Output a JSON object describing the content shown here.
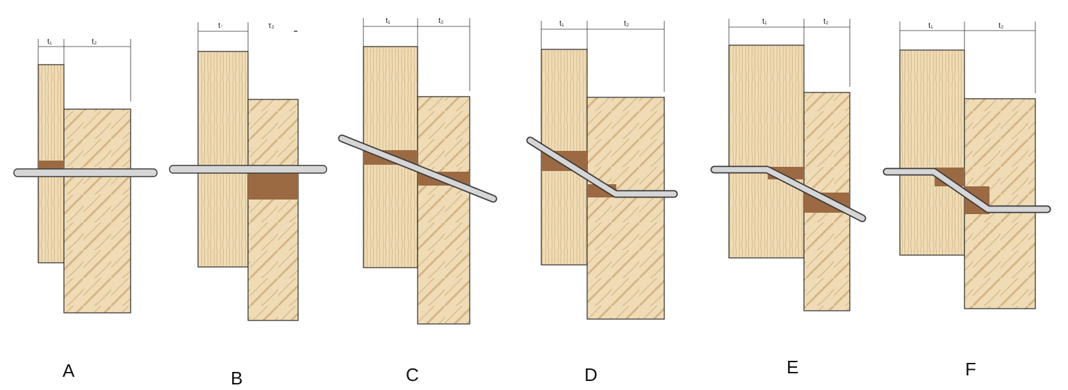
{
  "colors": {
    "wood_light": "#efdcb6",
    "wood_grain": "#cfae7a",
    "wood_ring": "#bd9a66",
    "wood_outline": "#2a2a2a",
    "contact_zone": "#9b6a43",
    "rod_fill": "#d6d6d6",
    "rod_outline": "#3a3a3a",
    "dimension_line": "#333333"
  },
  "figures": [
    {
      "label": "A",
      "t1_label": "t₁",
      "t2_label": "t₂"
    },
    {
      "label": "B",
      "t1_label": "t·",
      "t2_label": "τ₂"
    },
    {
      "label": "C",
      "t1_label": "t₁",
      "t2_label": "t₂"
    },
    {
      "label": "D",
      "t1_label": "t₁",
      "t2_label": "t₂"
    },
    {
      "label": "E",
      "t1_label": "t₁",
      "t2_label": "t₂"
    },
    {
      "label": "F",
      "t1_label": "t₁",
      "t2_label": "t₂"
    }
  ]
}
